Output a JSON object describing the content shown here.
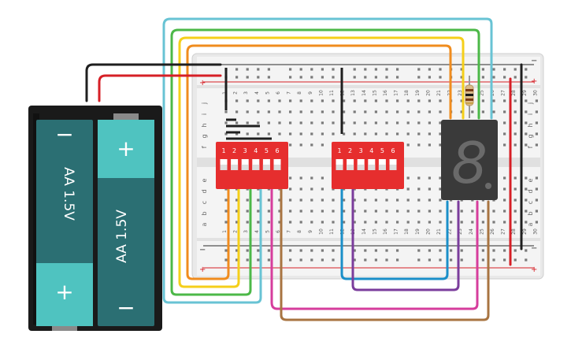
{
  "battery": {
    "cell1": {
      "label": "AA 1.5V",
      "minus": "−",
      "plus": "+"
    },
    "cell2": {
      "label": "AA 1.5V",
      "minus": "−",
      "plus": "+"
    }
  },
  "breadboard": {
    "rows_top": [
      "j",
      "i",
      "h",
      "g",
      "f"
    ],
    "rows_bottom": [
      "e",
      "d",
      "c",
      "b",
      "a"
    ],
    "columns": [
      "1",
      "2",
      "3",
      "4",
      "5",
      "6",
      "7",
      "8",
      "9",
      "10",
      "11",
      "12",
      "13",
      "14",
      "15",
      "16",
      "17",
      "18",
      "19",
      "20",
      "21",
      "22",
      "23",
      "24",
      "25",
      "26",
      "27",
      "28",
      "29",
      "30"
    ],
    "rail_minus": "−",
    "rail_plus": "+"
  },
  "dip_switches": [
    {
      "name": "dip-switch-left",
      "pins": [
        "1",
        "2",
        "3",
        "4",
        "5",
        "6"
      ]
    },
    {
      "name": "dip-switch-right",
      "pins": [
        "1",
        "2",
        "3",
        "4",
        "5",
        "6"
      ]
    }
  ],
  "display": {
    "digit": "8"
  },
  "colors": {
    "board": "#f2f2f2",
    "rail_blue": "#2a2a2a",
    "rail_red": "#d61f26",
    "dip": "#e62e2e",
    "display": "#3a3a3a",
    "battery_shell": "#1a1a1a",
    "battery_cell": "#2b6f73",
    "battery_cap": "#4fc3c0",
    "wire_orange": "#f08c1e",
    "wire_yellow": "#f5cf1a",
    "wire_green": "#4cb848",
    "wire_lightblue": "#68c3d4",
    "wire_pink": "#d63d9c",
    "wire_brown": "#a87441",
    "wire_blue": "#1a8fc9",
    "wire_purple": "#7b3d9c",
    "wire_red": "#d61f26",
    "wire_black": "#1f1f1f"
  }
}
